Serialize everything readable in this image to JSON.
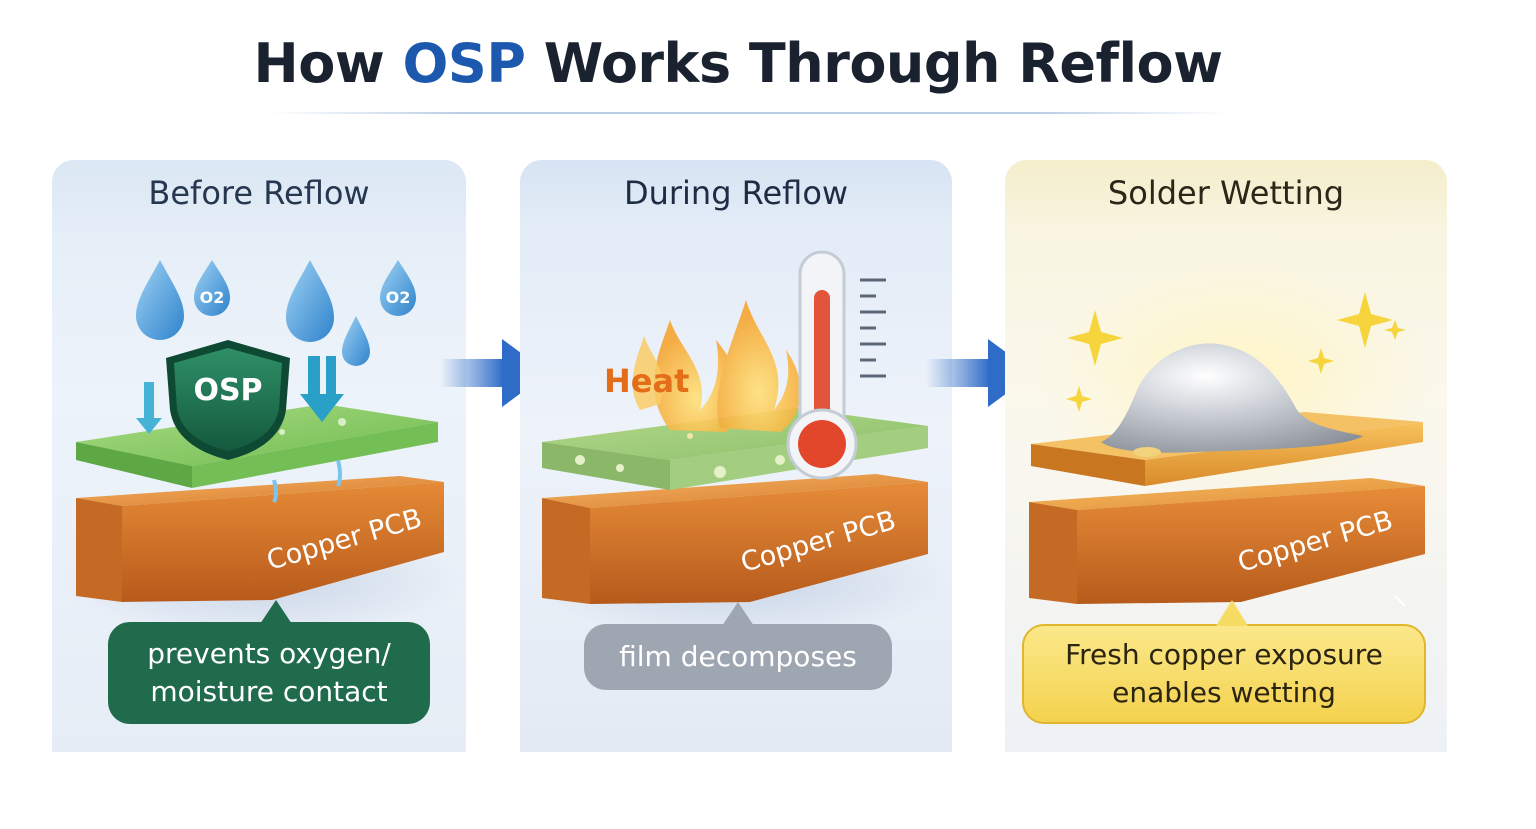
{
  "title": {
    "pre": "How ",
    "highlight": "OSP",
    "post": " Works Through Reflow"
  },
  "colors": {
    "title_highlight": "#1c58ad",
    "osp_film": "#7cc45a",
    "copper": "#d9782a",
    "solder": "#c9ccd2",
    "arrow": "#2f6cc7"
  },
  "panels": [
    {
      "heading": "Before Reflow",
      "shield_text": "OSP",
      "o2_label_1": "O2",
      "o2_label_2": "O2",
      "board_label": "Copper PCB",
      "callout": "prevents oxygen/\nmoisture contact",
      "icons": [
        "water-drop-icon",
        "oxygen-molecule-icon",
        "shield-icon",
        "down-arrow-icon"
      ]
    },
    {
      "heading": "During Reflow",
      "heat_label": "Heat",
      "board_label": "Copper PCB",
      "callout": "film decomposes",
      "icons": [
        "flame-icon",
        "thermometer-icon"
      ]
    },
    {
      "heading": "Solder Wetting",
      "board_label": "Copper PCB",
      "callout": "Fresh copper exposure\nenables wetting",
      "icons": [
        "sparkle-icon",
        "solder-blob-icon"
      ]
    }
  ]
}
